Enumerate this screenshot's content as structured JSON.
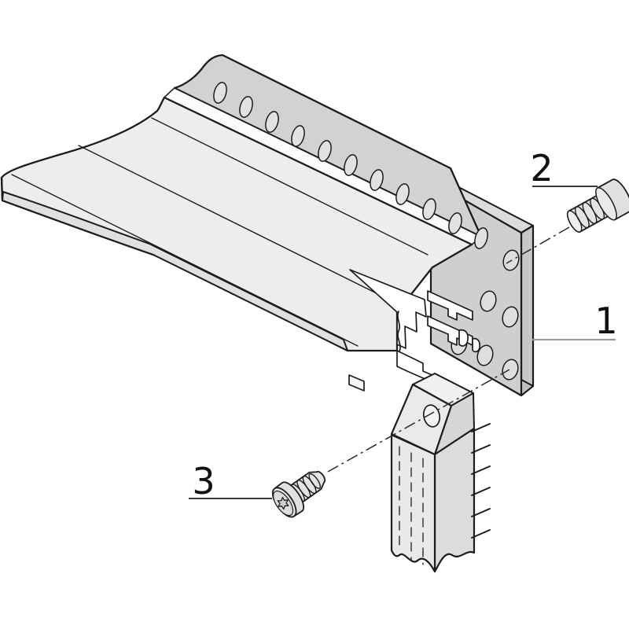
{
  "diagram": {
    "kind": "exploded-assembly-technical-drawing",
    "background": "#ffffff",
    "outline_color": "#1c1c1c"
  },
  "callouts": [
    {
      "label": "1",
      "target": "rail-assembly-with-end-plate",
      "leader_color": "#999999"
    },
    {
      "label": "2",
      "target": "upper-mounting-screw",
      "leader_color": "#3a3a3a"
    },
    {
      "label": "3",
      "target": "lower-mounting-screw",
      "leader_color": "#3a3a3a"
    }
  ],
  "parts": {
    "part1": "horizontal-extruded-rail-with-perforated-flange-and-end-plate",
    "part2": "pan-head-screw-top",
    "part3": "torx-pan-head-screw-bottom",
    "part4": "vertical-guide-rail-block"
  },
  "colors": {
    "flange_top": "#d2d2d2",
    "rail_front": "#ededed",
    "rounded_band": "#fbfbfb",
    "bottom_band": "#e0e0e0",
    "plate_face": "#cfcfcf",
    "plate_top_edge": "#dcdcdc",
    "plate_right_edge": "#c7c7c7",
    "plate_bottom_edge": "#bfbfbf",
    "cross_section": "#ffffff",
    "hole_fill": "#e2e2e2",
    "screw_fill": "#e4e4e4",
    "block_front": "#e9e9e9",
    "block_side": "#dcdcdc",
    "block_top": "#f0f0f0"
  }
}
